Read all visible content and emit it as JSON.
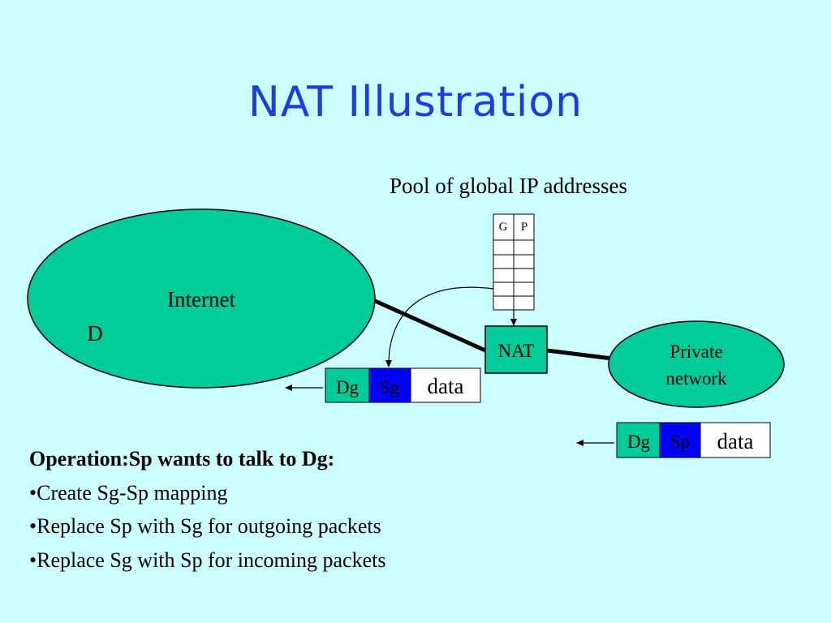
{
  "title": "NAT Illustration",
  "pool_label": "Pool of global IP addresses",
  "table": {
    "col_g": "G",
    "col_p": "P",
    "empty_rows": 5
  },
  "internet": {
    "label": "Internet",
    "host": "D"
  },
  "nat_label": "NAT",
  "private_network": {
    "line1": "Private",
    "line2": "network"
  },
  "packet_out": {
    "dst": "Dg",
    "src": "Sg",
    "payload": "data"
  },
  "packet_in": {
    "dst": "Dg",
    "src": "Sp",
    "payload": "data"
  },
  "colors": {
    "title": "#1a3ee6",
    "background": "#ccffff",
    "green": "#00cc99",
    "blue": "#0000ff"
  },
  "operation": {
    "heading": "Operation:Sp wants to talk to Dg:",
    "bullets": [
      "•Create Sg-Sp mapping",
      "•Replace Sp with Sg for outgoing packets",
      "•Replace Sg with Sp for incoming packets"
    ]
  }
}
